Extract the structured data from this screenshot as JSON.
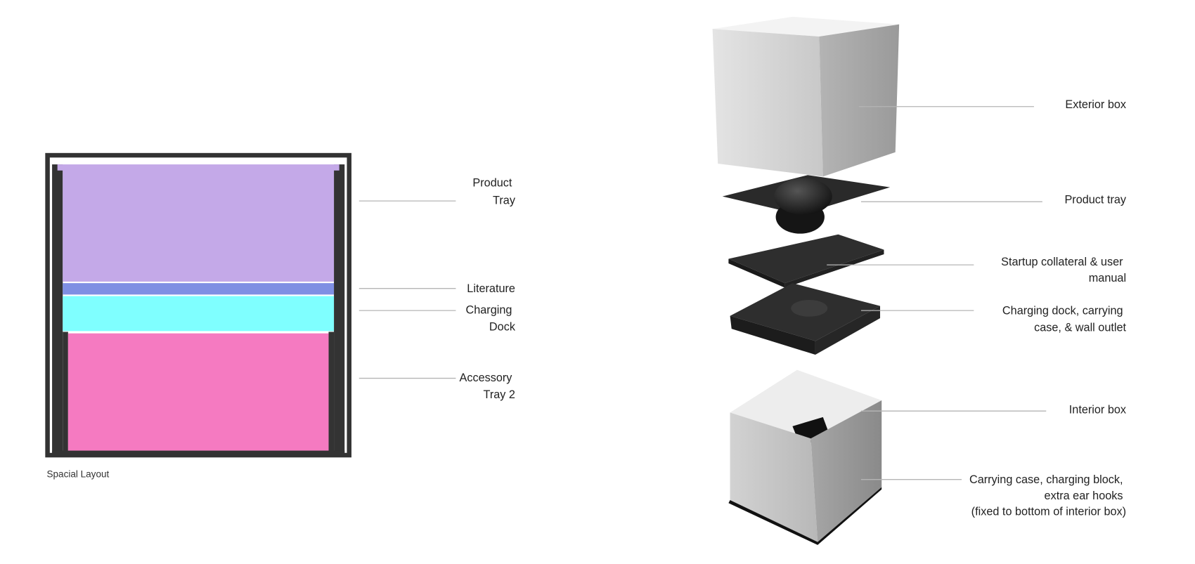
{
  "spatial_layout": {
    "caption": "Spacial Layout",
    "layers": [
      {
        "name": "product-tray",
        "label_lines": [
          "Product",
          "Tray"
        ],
        "color": "#c4a9e8"
      },
      {
        "name": "literature",
        "label_lines": [
          "Literature"
        ],
        "color": "#7f8fe3"
      },
      {
        "name": "charging-dock",
        "label_lines": [
          "Charging",
          "Dock"
        ],
        "color": "#7fffff"
      },
      {
        "name": "accessory-tray-2",
        "label_lines": [
          "Accessory",
          "Tray 2"
        ],
        "color": "#f57ac1"
      }
    ],
    "box_color": "#333333"
  },
  "exploded_view": {
    "parts": [
      {
        "name": "exterior-box",
        "label_lines": [
          "Exterior box"
        ]
      },
      {
        "name": "product-tray",
        "label_lines": [
          "Product tray"
        ]
      },
      {
        "name": "startup-collateral",
        "label_lines": [
          "Startup collateral & user",
          "manual"
        ]
      },
      {
        "name": "charging-dock-layer",
        "label_lines": [
          "Charging dock, carrying",
          "case, & wall outlet"
        ]
      },
      {
        "name": "interior-box",
        "label_lines": [
          "Interior box"
        ]
      },
      {
        "name": "box-bottom-contents",
        "label_lines": [
          "Carrying case,  charging block,",
          "extra ear hooks",
          "(fixed to bottom of interior box)"
        ]
      }
    ]
  }
}
